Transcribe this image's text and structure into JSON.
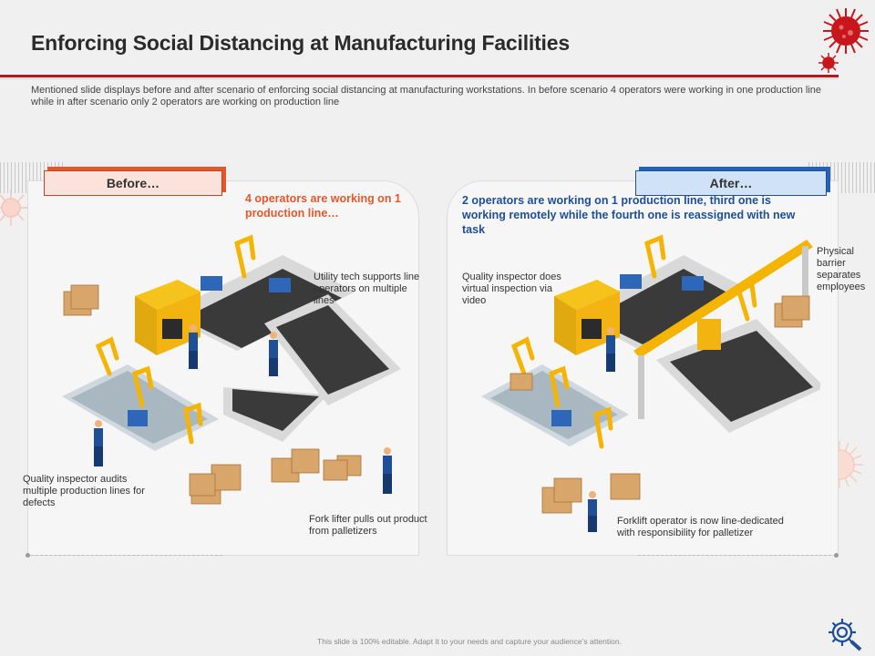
{
  "slide": {
    "title": "Enforcing Social Distancing at Manufacturing Facilities",
    "subtitle": "Mentioned slide displays before and after scenario of enforcing social distancing at manufacturing workstations. In before scenario 4 operators were working in one production line while in after scenario only 2 operators are working on production line",
    "footer": "This slide is 100% editable. Adapt it to your needs and capture your audience’s attention."
  },
  "before": {
    "tab_label": "Before…",
    "headline": "4 operators are working on 1 production line…",
    "notes": {
      "utility": "Utility tech supports line operators on multiple lines",
      "quality": "Quality inspector audits multiple production lines for defects",
      "forklift": "Fork lifter pulls out product from palletizers"
    }
  },
  "after": {
    "tab_label": "After…",
    "headline": "2 operators are working on 1 production line, third one is working remotely while the fourth one is reassigned with new task",
    "notes": {
      "quality": "Quality inspector does virtual inspection via video",
      "barrier": "Physical barrier separates employees",
      "forklift": "Forklift operator is now line-dedicated with responsibility for palletizer"
    }
  },
  "colors": {
    "accent_red": "#b4161b",
    "before_orange": "#e2582c",
    "after_blue": "#1f4f96"
  },
  "icons": [
    "virus-icon",
    "gear-search-icon"
  ]
}
